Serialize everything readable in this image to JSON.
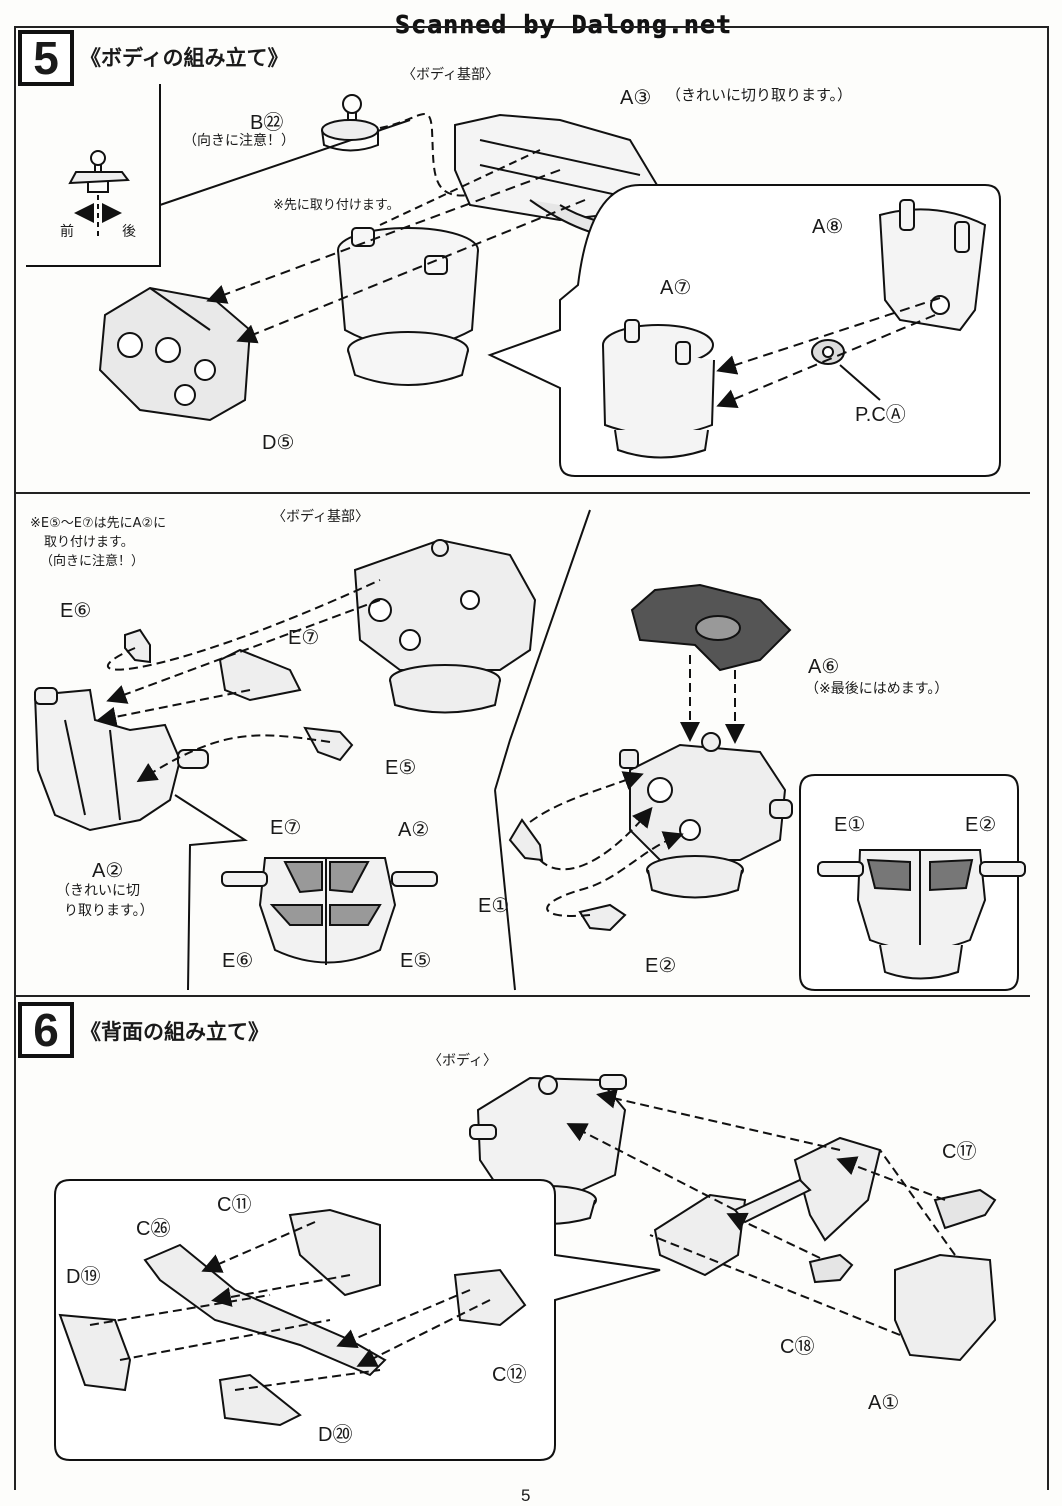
{
  "watermark": "Scanned by Dalong.net",
  "step5": {
    "number": "5",
    "title": "《ボディの組み立て》",
    "upper": {
      "body_base": "〈ボディ基部〉",
      "b22": "B㉒",
      "b22_note": "（向きに注意！）",
      "front": "前",
      "back": "後",
      "attach_first": "※先に取り付けます。",
      "a3": "A③",
      "a3_note": "（きれいに切り取ります。）",
      "a8": "A⑧",
      "a7": "A⑦",
      "pca": "P.CⒶ",
      "d5": "D⑤"
    },
    "lower": {
      "note": [
        "※E⑤～E⑦は先にA②に",
        "取り付けます。",
        "（向きに注意！）"
      ],
      "body_base": "〈ボディ基部〉",
      "e6": "E⑥",
      "e7": "E⑦",
      "e5": "E⑤",
      "a2": "A②",
      "a2_note": [
        "（きれいに切",
        "り取ります。）"
      ],
      "detail": {
        "e7": "E⑦",
        "a2": "A②",
        "e6": "E⑥",
        "e5": "E⑤"
      },
      "a6": "A⑥",
      "a6_note": "（※最後にはめます。）",
      "e1": "E①",
      "e2": "E②",
      "detail_right": {
        "e1": "E①",
        "e2": "E②"
      }
    }
  },
  "step6": {
    "number": "6",
    "title": "《背面の組み立て》",
    "body": "〈ボディ〉",
    "c17": "C⑰",
    "c18": "C⑱",
    "a1": "A①",
    "c11": "C⑪",
    "c26": "C㉖",
    "d19": "D⑲",
    "c12": "C⑫",
    "d20": "D⑳"
  },
  "page_number": "5"
}
